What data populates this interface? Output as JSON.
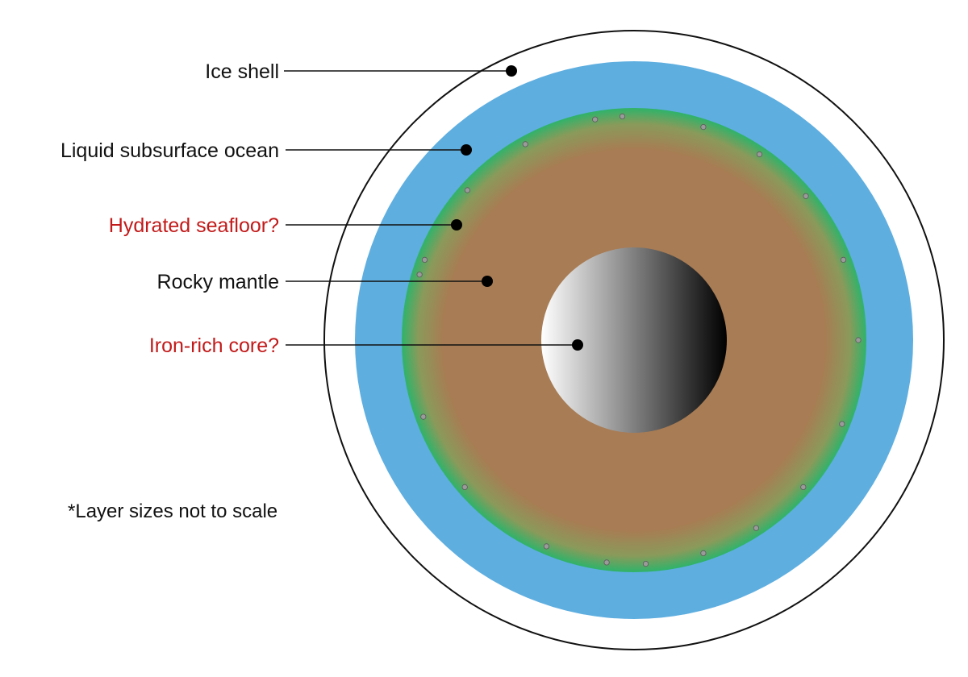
{
  "labels": [
    {
      "id": "ice-shell",
      "text": "Ice shell",
      "color": "#111111"
    },
    {
      "id": "liquid-ocean",
      "text": "Liquid subsurface ocean",
      "color": "#111111"
    },
    {
      "id": "hydrated-seafloor",
      "text": "Hydrated seafloor?",
      "color": "#c21a1a"
    },
    {
      "id": "rocky-mantle",
      "text": "Rocky mantle",
      "color": "#111111"
    },
    {
      "id": "iron-core",
      "text": "Iron-rich core?",
      "color": "#c21a1a"
    }
  ],
  "note": "*Layer sizes not to scale",
  "colors": {
    "ice_shell": "#ffffff",
    "ocean": "#5eaee0",
    "seafloor_edge": "#2fb36a",
    "mantle": "#a87c54",
    "core_light": "#ffffff",
    "core_dark": "#000000",
    "outline": "#111111"
  }
}
